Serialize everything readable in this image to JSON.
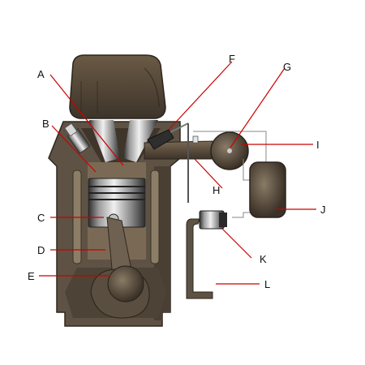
{
  "labels": {
    "a": "A",
    "b": "B",
    "c": "C",
    "d": "D",
    "e": "E",
    "f": "F",
    "g": "G",
    "h": "H",
    "i": "I",
    "j": "J",
    "k": "K",
    "l": "L"
  },
  "colors": {
    "leader": "#cc0000",
    "block_dark": "#4a3f33",
    "block_mid": "#5e5244",
    "block_light": "#8c7d66",
    "chrome_dark": "#2d2d2d",
    "chrome_light": "#e6e6e6"
  }
}
